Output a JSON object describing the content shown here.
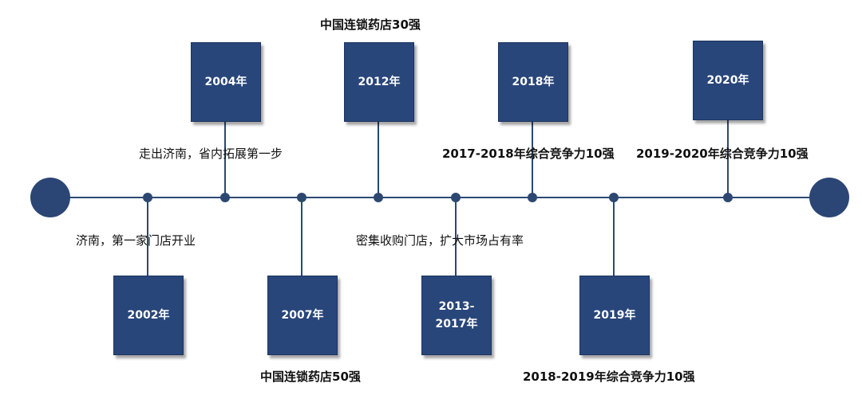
{
  "milestones_top": [
    {
      "year": "2004年",
      "caption": "走出济南，省内拓展第一步"
    },
    {
      "year": "2012年",
      "caption": "中国连锁药店30强"
    },
    {
      "year": "2018年",
      "caption": "2017-2018年综合竞争力10强"
    },
    {
      "year": "2020年",
      "caption": "2019-2020年综合竞争力10强"
    }
  ],
  "milestones_bottom": [
    {
      "year": "2002年",
      "caption": "济南，第一家门店开业"
    },
    {
      "year": "2007年",
      "caption": "中国连锁药店50强"
    },
    {
      "year": "2013-\n2017年",
      "caption": "密集收购门店，扩大市场占有率"
    },
    {
      "year": "2019年",
      "caption": "2018-2019年综合竞争力10强"
    }
  ],
  "colors": {
    "line": "#2c4872",
    "box": "#28467a",
    "endcap": "#2b4675"
  }
}
